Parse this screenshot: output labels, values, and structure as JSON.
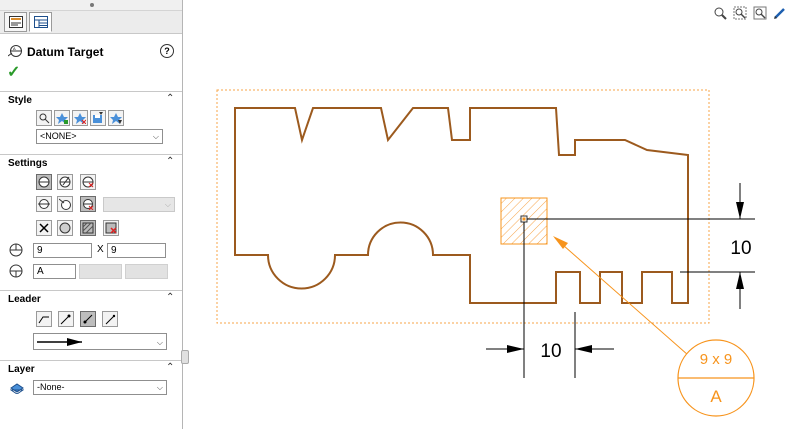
{
  "property_manager": {
    "title": "Datum Target",
    "help_label": "?",
    "ok_label": "✓",
    "tabs": [
      {
        "name": "PropertyManager",
        "icon": "property-manager-icon"
      },
      {
        "name": "ConfigurationManager",
        "icon": "configuration-manager-icon"
      }
    ]
  },
  "style": {
    "header": "Style",
    "favorite_value": "<NONE>",
    "buttons": [
      "apply-style-icon",
      "add-style-icon",
      "delete-style-icon",
      "save-style-icon",
      "load-style-icon"
    ]
  },
  "settings": {
    "header": "Settings",
    "size_x": "9",
    "size_y": "9",
    "x_label": "X",
    "datum_ref": "A",
    "datum_ref2": "",
    "datum_ref3": ""
  },
  "leader": {
    "header": "Leader"
  },
  "layer": {
    "header": "Layer",
    "value": "-None-"
  },
  "drawing": {
    "dimension_vertical": "10",
    "dimension_horizontal": "10",
    "datum_target_size": "9 x 9",
    "datum_target_label": "A",
    "part_outline_color": "#9c5a1e",
    "annotation_color": "#f7941d"
  },
  "colors": {
    "ok_green": "#2a9a2a",
    "accent_orange": "#f7941d"
  }
}
